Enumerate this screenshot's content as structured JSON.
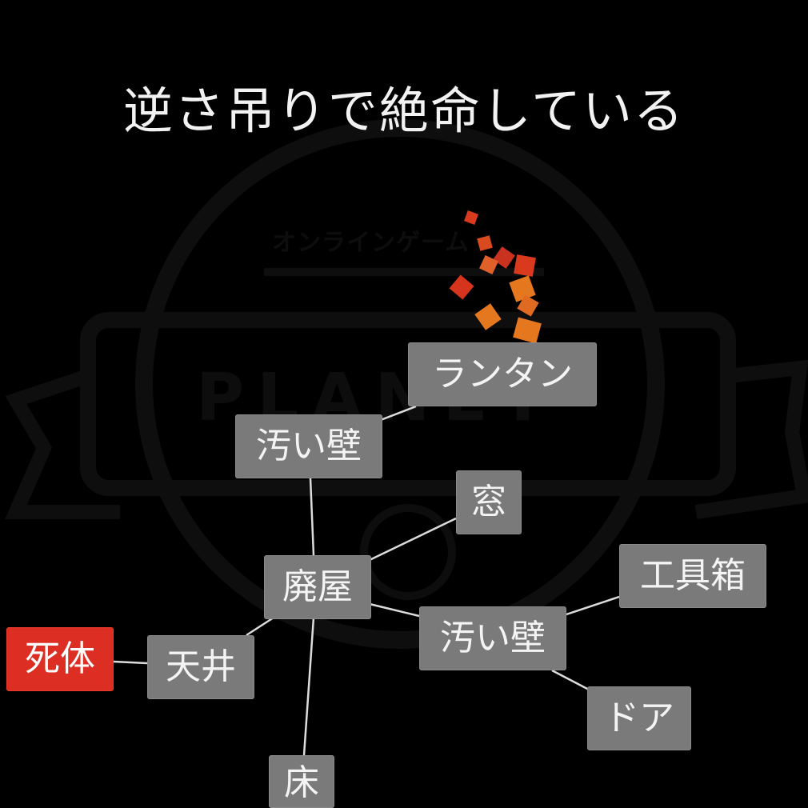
{
  "headline": "逆さ吊りで絶命している",
  "watermark": {
    "caption": "オンラインゲーム",
    "word": "PLANET"
  },
  "colors": {
    "background": "#000000",
    "node": "#7a7a7a",
    "node_selected": "#dc2e22",
    "link": "#dcdcdc",
    "spark_red": "#d93a1e",
    "spark_orange": "#e5781f"
  },
  "nodes": {
    "lantern": {
      "label": "ランタン"
    },
    "dirty_wall_top": {
      "label": "汚い壁"
    },
    "window": {
      "label": "窓"
    },
    "ruins": {
      "label": "廃屋"
    },
    "toolbox": {
      "label": "工具箱"
    },
    "dirty_wall_right": {
      "label": "汚い壁"
    },
    "corpse": {
      "label": "死体",
      "selected": true
    },
    "ceiling": {
      "label": "天井"
    },
    "door": {
      "label": "ドア"
    },
    "floor": {
      "label": "床"
    }
  }
}
